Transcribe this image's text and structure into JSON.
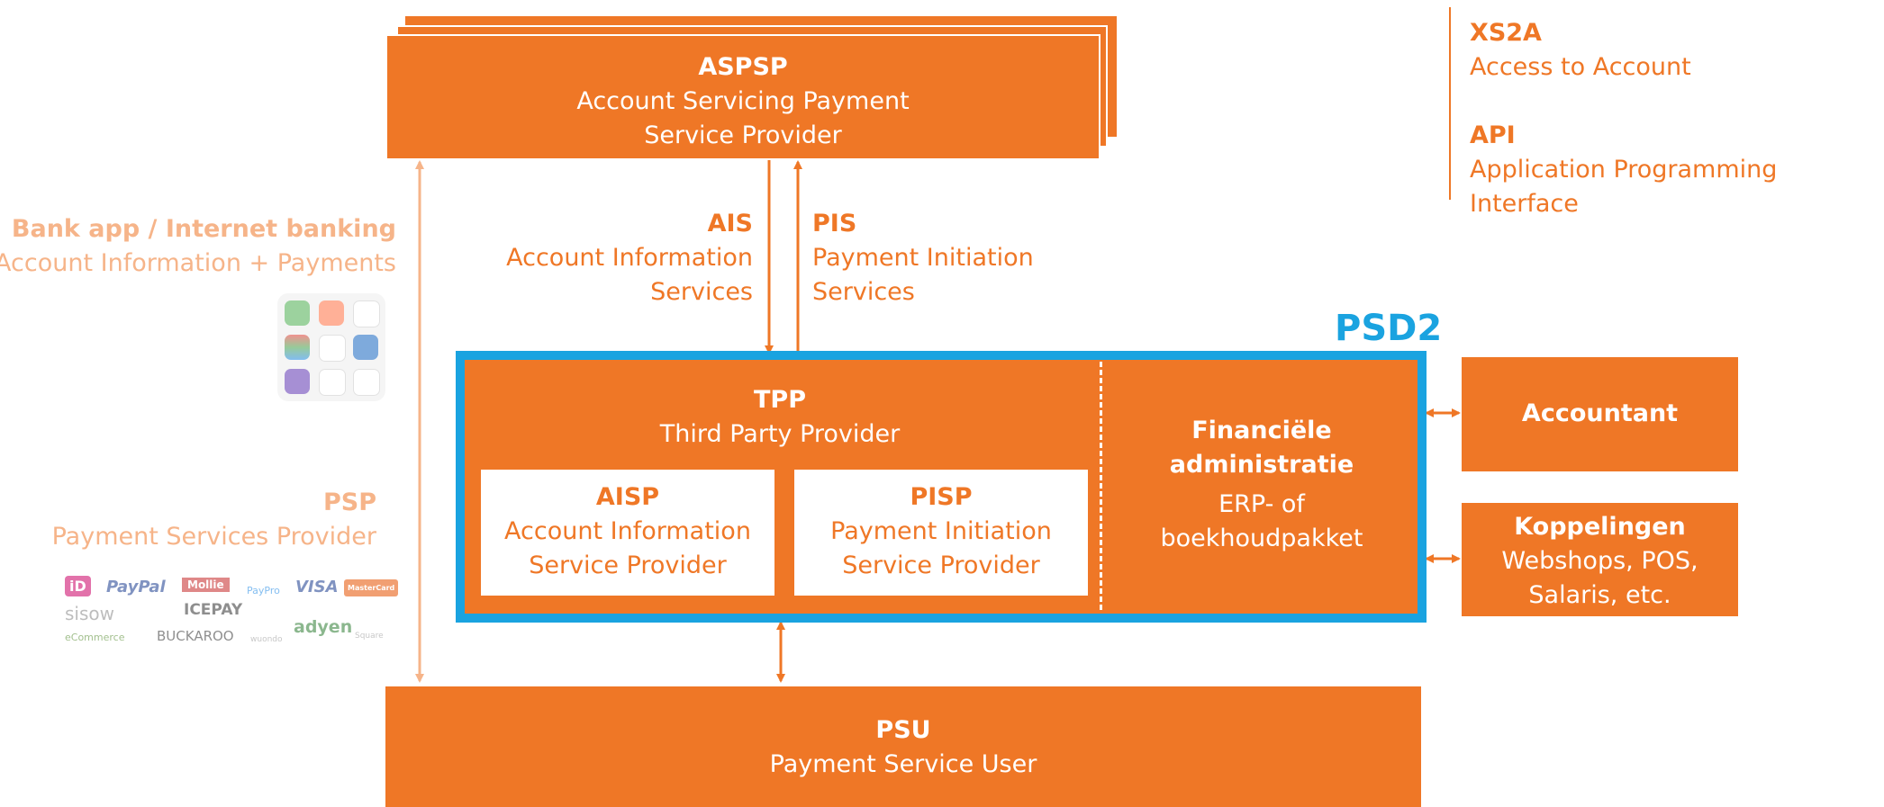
{
  "colors": {
    "orange": "#ef7726",
    "blue": "#1aa3e0",
    "faded": "#f6b489",
    "white": "#ffffff"
  },
  "aspsp": {
    "title": "ASPSP",
    "line1": "Account Servicing Payment",
    "line2": "Service Provider"
  },
  "legend": {
    "xs2a_title": "XS2A",
    "xs2a_desc": "Access to Account",
    "api_title": "API",
    "api_desc": "Application Programming Interface"
  },
  "bank_app": {
    "title": "Bank app / Internet banking",
    "desc": "Account Information + Payments"
  },
  "ais": {
    "title": "AIS",
    "line1": "Account Information",
    "line2": "Services"
  },
  "pis": {
    "title": "PIS",
    "line1": "Payment Initiation",
    "line2": "Services"
  },
  "psd2_label": "PSD2",
  "tpp": {
    "title": "TPP",
    "desc": "Third Party Provider"
  },
  "aisp": {
    "title": "AISP",
    "line1": "Account Information",
    "line2": "Service Provider"
  },
  "pisp": {
    "title": "PISP",
    "line1": "Payment Initiation",
    "line2": "Service Provider"
  },
  "fin": {
    "title1": "Financiële",
    "title2": "administratie",
    "line1": "ERP- of",
    "line2": "boekhoudpakket"
  },
  "accountant": {
    "label": "Accountant"
  },
  "koppelingen": {
    "title": "Koppelingen",
    "line1": "Webshops, POS,",
    "line2": "Salaris, etc."
  },
  "psp": {
    "title": "PSP",
    "desc": "Payment Services Provider"
  },
  "psp_logos": {
    "ideal": "iD",
    "paypal": "PayPal",
    "mollie": "Mollie",
    "paypro": "PayPro",
    "visa": "VISA",
    "mastercard": "MasterCard",
    "sisow": "sisow",
    "icepay": "ICEPAY",
    "ecommerce": "eCommerce",
    "buckaroo": "BUCKAROO",
    "wuunder": "wuondo",
    "adyen": "adyen",
    "square": "Square"
  },
  "psu": {
    "title": "PSU",
    "desc": "Payment Service User"
  }
}
